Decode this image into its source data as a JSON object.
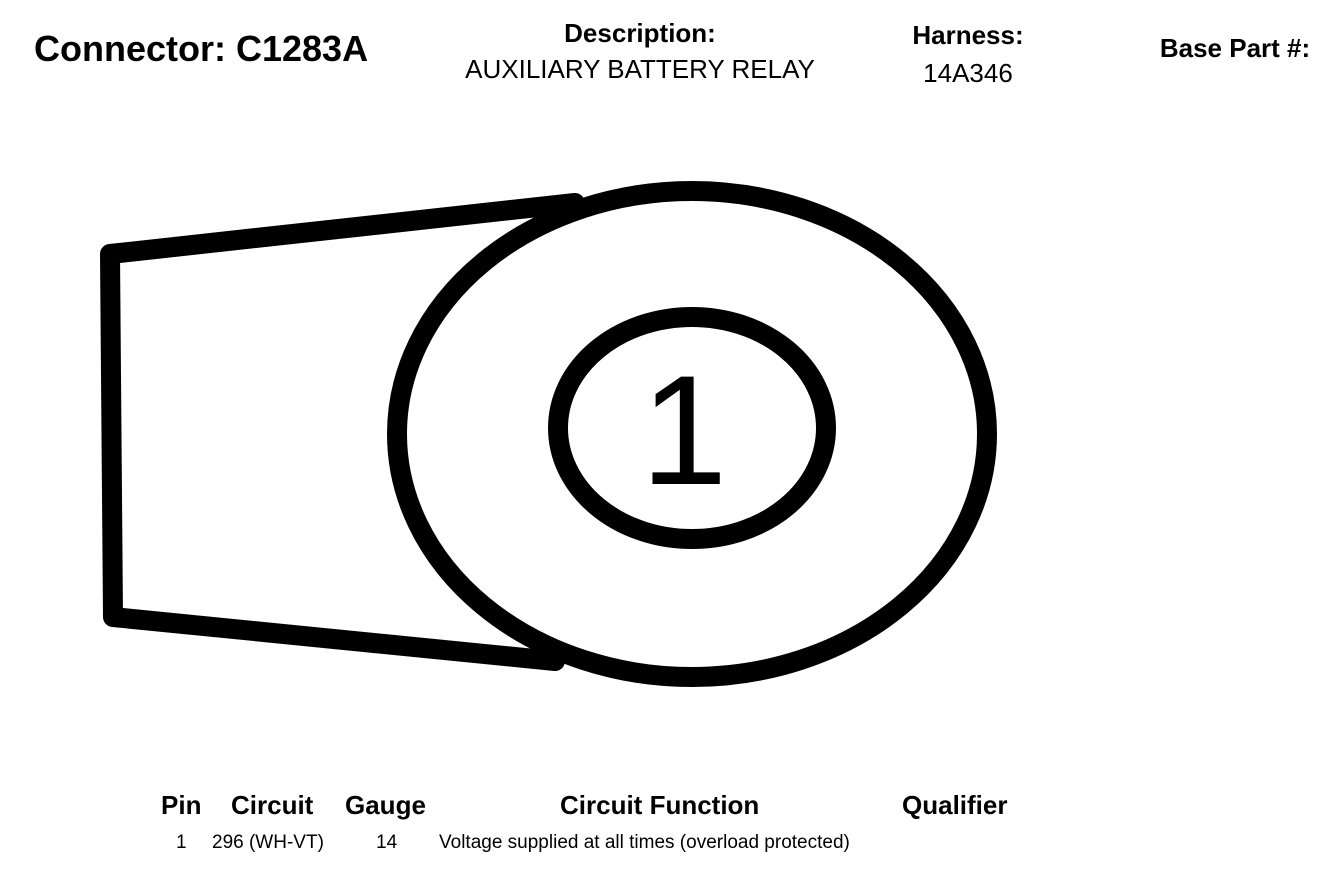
{
  "connector": {
    "label": "Connector: C1283A"
  },
  "description": {
    "label": "Description:",
    "value": "AUXILIARY BATTERY RELAY"
  },
  "harness": {
    "label": "Harness:",
    "value": "14A346"
  },
  "base_part": {
    "label": "Base Part #:",
    "value": ""
  },
  "diagram": {
    "pins": [
      {
        "number": "1"
      }
    ]
  },
  "table": {
    "headers": {
      "pin": "Pin",
      "circuit": "Circuit",
      "gauge": "Gauge",
      "function": "Circuit Function",
      "qualifier": "Qualifier"
    },
    "rows": [
      {
        "pin": "1",
        "circuit": "296 (WH-VT)",
        "gauge": "14",
        "function": "Voltage supplied at all times (overload protected)",
        "qualifier": ""
      }
    ]
  }
}
